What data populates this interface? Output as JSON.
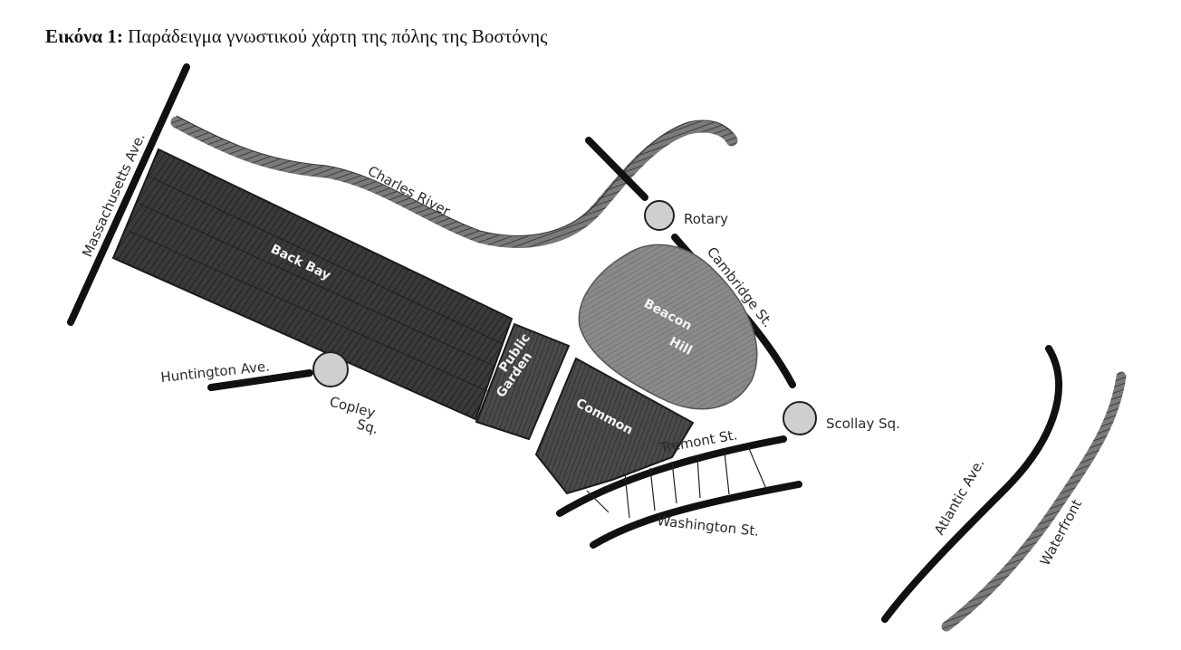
{
  "caption": {
    "lead": "Εικόνα 1:",
    "text": "Παράδειγμα γνωστικού χάρτη της πόλης της Βοστόνης"
  },
  "map": {
    "labels": {
      "massachusetts_ave": "Massachusetts Ave.",
      "charles_river": "Charles River",
      "back_bay": "Back Bay",
      "rotary": "Rotary",
      "cambridge_st": "Cambridge St.",
      "beacon_hill_1": "Beacon",
      "beacon_hill_2": "Hill",
      "huntington_ave": "Huntington Ave.",
      "copley_1": "Copley",
      "copley_2": "Sq.",
      "public_garden_1": "Public",
      "public_garden_2": "Garden",
      "common": "Common",
      "scollay_sq": "Scollay Sq.",
      "tremont_st": "Tremont St.",
      "washington_st": "Washington St.",
      "atlantic_ave": "Atlantic Ave.",
      "waterfront": "Waterfront"
    },
    "colors": {
      "ink": "#111111",
      "dark_block": "#3a3a3a",
      "medium_block": "#555555",
      "light_block": "#8a8a8a",
      "river": "#6e6e6e",
      "circle": "#cfcfcf"
    }
  }
}
